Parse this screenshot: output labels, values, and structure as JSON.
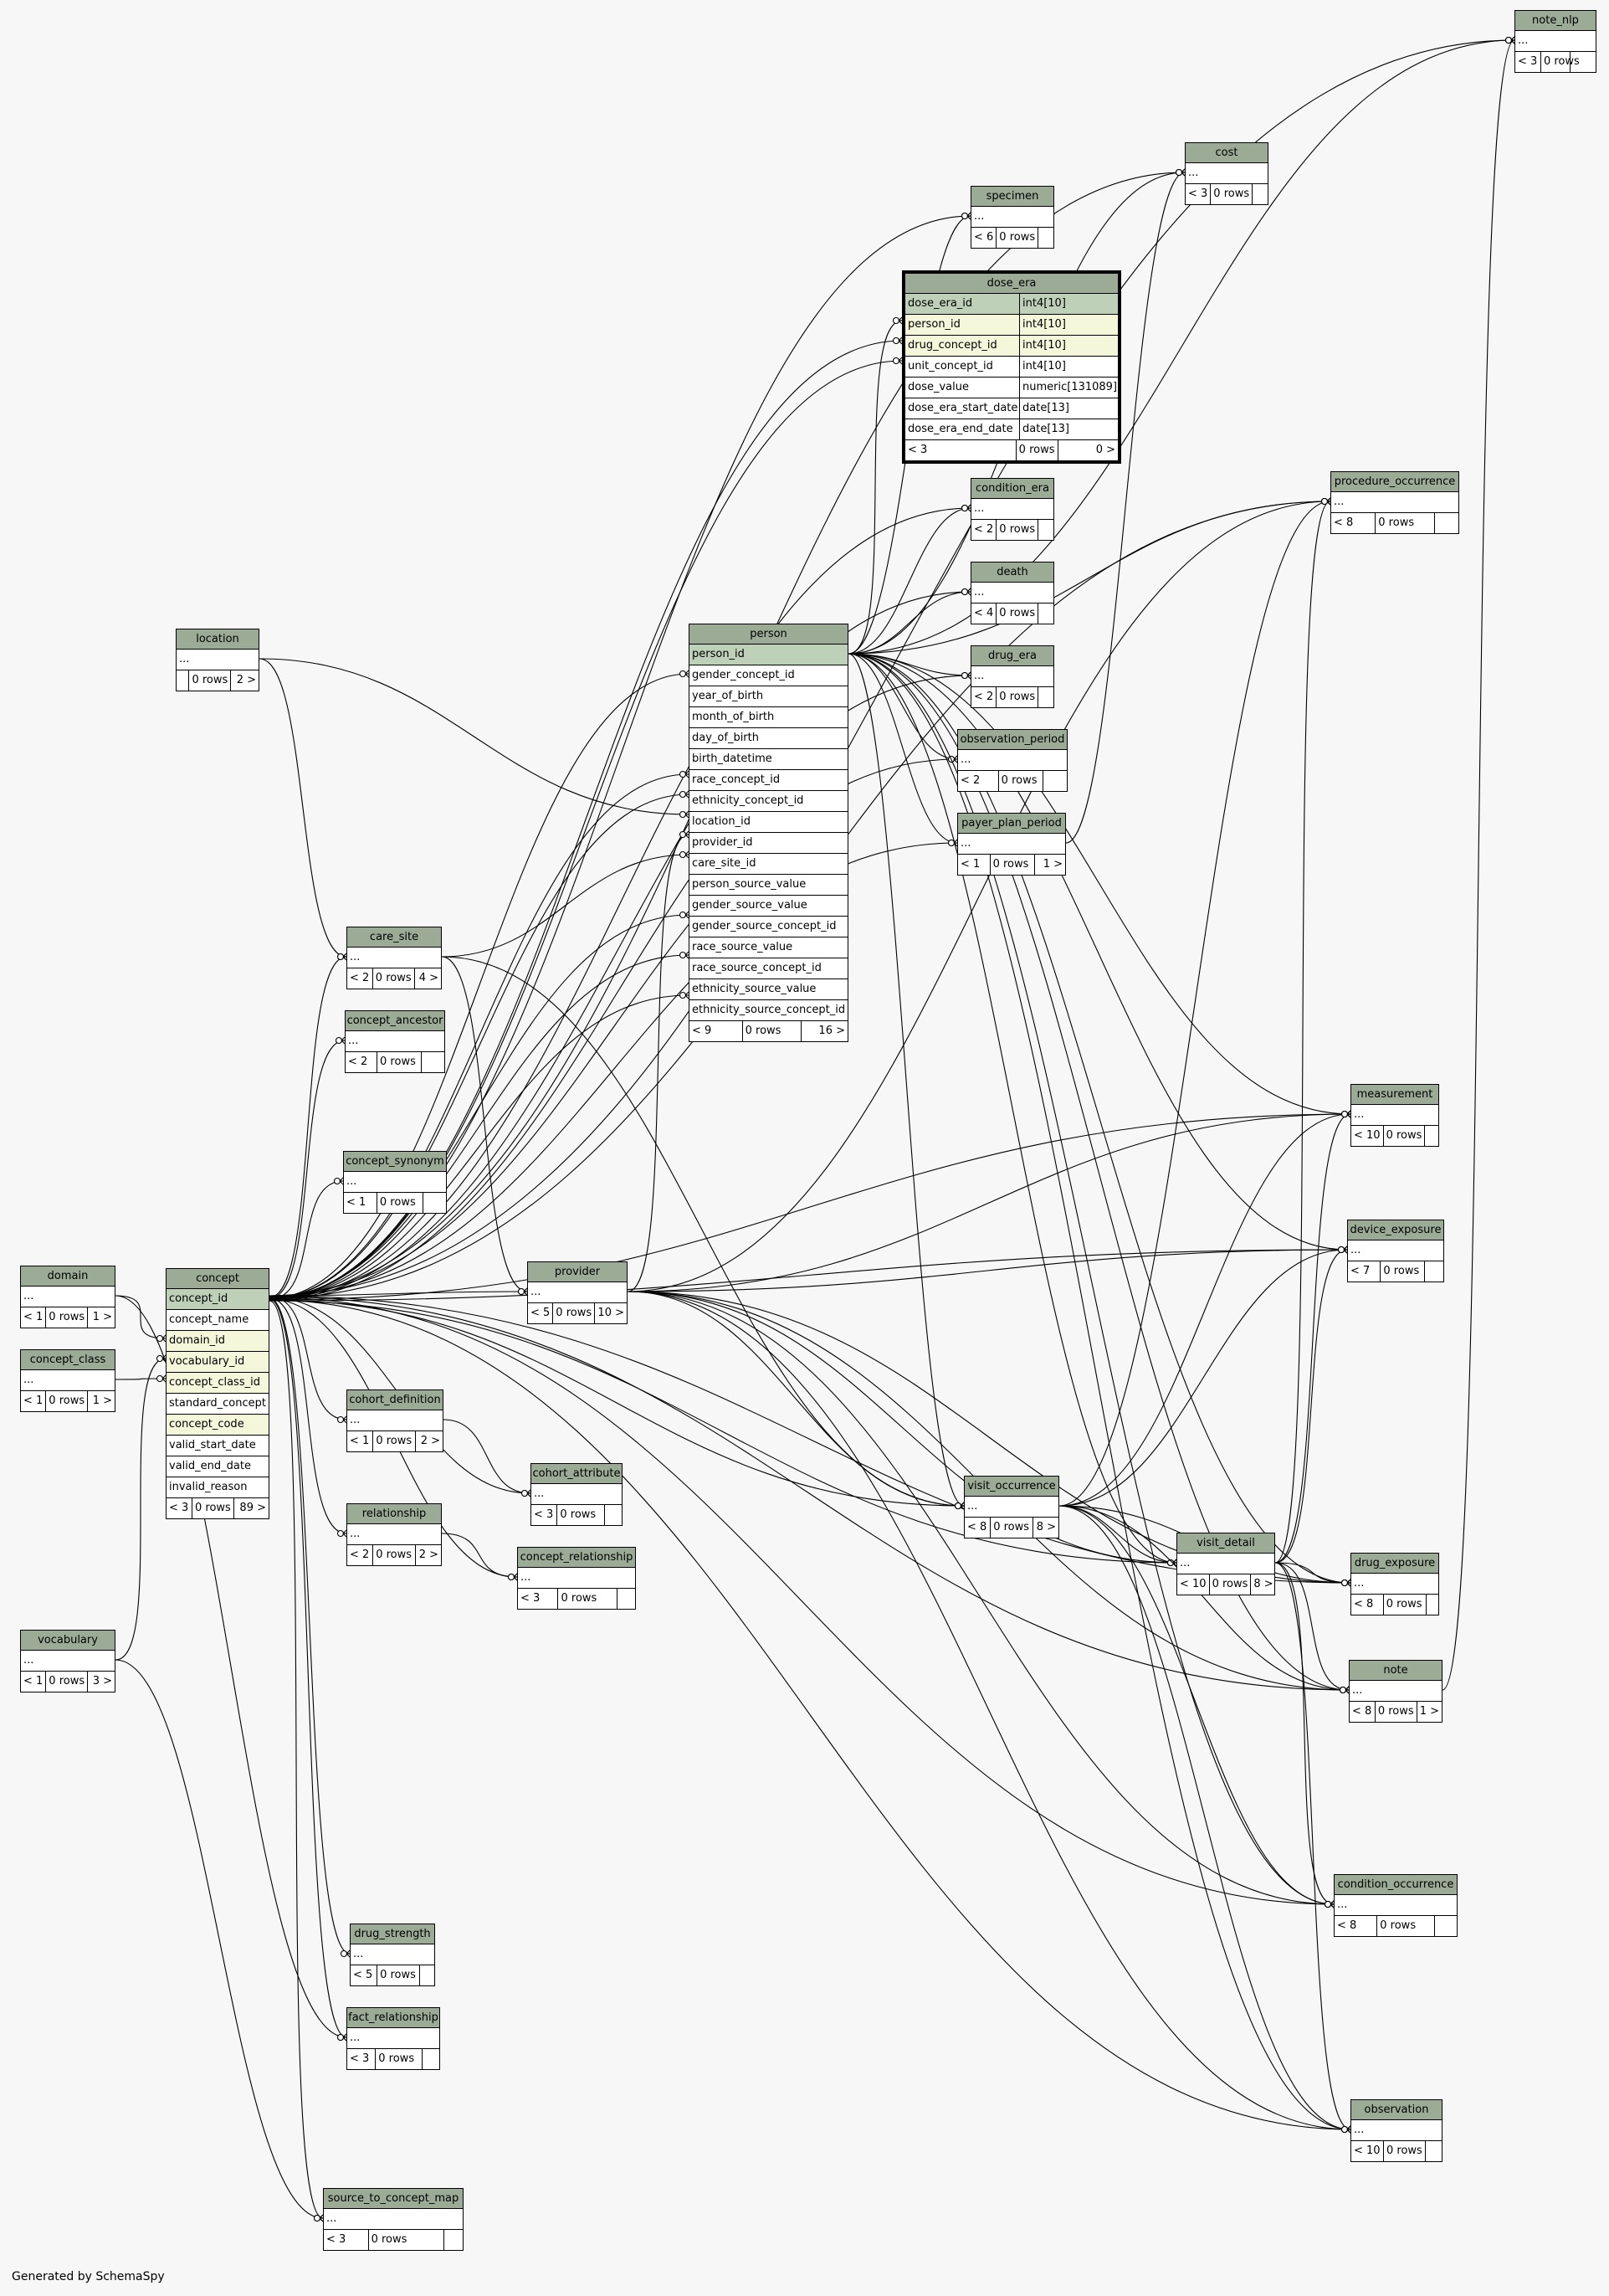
{
  "footer": "Generated by SchemaSpy",
  "colors": {
    "header": "#9bab96",
    "pk_row": "#bed1b8",
    "fk_row": "#f4f7da",
    "background": "#f7f7f7"
  },
  "tables": {
    "note_nlp": {
      "name": "note_nlp",
      "rows": [
        "..."
      ],
      "foot": [
        "< 3",
        "0 rows",
        ""
      ]
    },
    "cost": {
      "name": "cost",
      "rows": [
        "..."
      ],
      "foot": [
        "< 3",
        "0 rows",
        ""
      ]
    },
    "specimen": {
      "name": "specimen",
      "rows": [
        "..."
      ],
      "foot": [
        "< 6",
        "0 rows",
        ""
      ]
    },
    "procedure_occurrence": {
      "name": "procedure_occurrence",
      "rows": [
        "..."
      ],
      "foot": [
        "< 8",
        "0 rows",
        ""
      ]
    },
    "condition_era": {
      "name": "condition_era",
      "rows": [
        "..."
      ],
      "foot": [
        "< 2",
        "0 rows",
        ""
      ]
    },
    "death": {
      "name": "death",
      "rows": [
        "..."
      ],
      "foot": [
        "< 4",
        "0 rows",
        ""
      ]
    },
    "drug_era": {
      "name": "drug_era",
      "rows": [
        "..."
      ],
      "foot": [
        "< 2",
        "0 rows",
        ""
      ]
    },
    "observation_period": {
      "name": "observation_period",
      "rows": [
        "..."
      ],
      "foot": [
        "< 2",
        "0 rows",
        ""
      ]
    },
    "payer_plan_period": {
      "name": "payer_plan_period",
      "rows": [
        "..."
      ],
      "foot": [
        "< 1",
        "0 rows",
        "1 >"
      ]
    },
    "location": {
      "name": "location",
      "rows": [
        "..."
      ],
      "foot": [
        "",
        "0 rows",
        "2 >"
      ]
    },
    "care_site": {
      "name": "care_site",
      "rows": [
        "..."
      ],
      "foot": [
        "< 2",
        "0 rows",
        "4 >"
      ]
    },
    "concept_ancestor": {
      "name": "concept_ancestor",
      "rows": [
        "..."
      ],
      "foot": [
        "< 2",
        "0 rows",
        ""
      ]
    },
    "concept_synonym": {
      "name": "concept_synonym",
      "rows": [
        "..."
      ],
      "foot": [
        "< 1",
        "0 rows",
        ""
      ]
    },
    "measurement": {
      "name": "measurement",
      "rows": [
        "..."
      ],
      "foot": [
        "< 10",
        "0 rows",
        ""
      ]
    },
    "device_exposure": {
      "name": "device_exposure",
      "rows": [
        "..."
      ],
      "foot": [
        "< 7",
        "0 rows",
        ""
      ]
    },
    "domain": {
      "name": "domain",
      "rows": [
        "..."
      ],
      "foot": [
        "< 1",
        "0 rows",
        "1 >"
      ]
    },
    "concept_class": {
      "name": "concept_class",
      "rows": [
        "..."
      ],
      "foot": [
        "< 1",
        "0 rows",
        "1 >"
      ]
    },
    "provider": {
      "name": "provider",
      "rows": [
        "..."
      ],
      "foot": [
        "< 5",
        "0 rows",
        "10 >"
      ]
    },
    "cohort_definition": {
      "name": "cohort_definition",
      "rows": [
        "..."
      ],
      "foot": [
        "< 1",
        "0 rows",
        "2 >"
      ]
    },
    "cohort_attribute": {
      "name": "cohort_attribute",
      "rows": [
        "..."
      ],
      "foot": [
        "< 3",
        "0 rows",
        ""
      ]
    },
    "relationship": {
      "name": "relationship",
      "rows": [
        "..."
      ],
      "foot": [
        "< 2",
        "0 rows",
        "2 >"
      ]
    },
    "concept_relationship": {
      "name": "concept_relationship",
      "rows": [
        "..."
      ],
      "foot": [
        "< 3",
        "0 rows",
        ""
      ]
    },
    "visit_occurrence": {
      "name": "visit_occurrence",
      "rows": [
        "..."
      ],
      "foot": [
        "< 8",
        "0 rows",
        "8 >"
      ]
    },
    "visit_detail": {
      "name": "visit_detail",
      "rows": [
        "..."
      ],
      "foot": [
        "< 10",
        "0 rows",
        "8 >"
      ]
    },
    "drug_exposure": {
      "name": "drug_exposure",
      "rows": [
        "..."
      ],
      "foot": [
        "< 8",
        "0 rows",
        ""
      ]
    },
    "vocabulary": {
      "name": "vocabulary",
      "rows": [
        "..."
      ],
      "foot": [
        "< 1",
        "0 rows",
        "3 >"
      ]
    },
    "note": {
      "name": "note",
      "rows": [
        "..."
      ],
      "foot": [
        "< 8",
        "0 rows",
        "1 >"
      ]
    },
    "condition_occurrence": {
      "name": "condition_occurrence",
      "rows": [
        "..."
      ],
      "foot": [
        "< 8",
        "0 rows",
        ""
      ]
    },
    "drug_strength": {
      "name": "drug_strength",
      "rows": [
        "..."
      ],
      "foot": [
        "< 5",
        "0 rows",
        ""
      ]
    },
    "fact_relationship": {
      "name": "fact_relationship",
      "rows": [
        "..."
      ],
      "foot": [
        "< 3",
        "0 rows",
        ""
      ]
    },
    "observation": {
      "name": "observation",
      "rows": [
        "..."
      ],
      "foot": [
        "< 10",
        "0 rows",
        ""
      ]
    },
    "source_to_concept_map": {
      "name": "source_to_concept_map",
      "rows": [
        "..."
      ],
      "foot": [
        "< 3",
        "0 rows",
        ""
      ]
    },
    "concept": {
      "name": "concept",
      "rows": [
        "concept_id",
        "concept_name",
        "domain_id",
        "vocabulary_id",
        "concept_class_id",
        "standard_concept",
        "concept_code",
        "valid_start_date",
        "valid_end_date",
        "invalid_reason"
      ],
      "foot": [
        "< 3",
        "0 rows",
        "89 >"
      ]
    },
    "person": {
      "name": "person",
      "rows": [
        "person_id",
        "gender_concept_id",
        "year_of_birth",
        "month_of_birth",
        "day_of_birth",
        "birth_datetime",
        "race_concept_id",
        "ethnicity_concept_id",
        "location_id",
        "provider_id",
        "care_site_id",
        "person_source_value",
        "gender_source_value",
        "gender_source_concept_id",
        "race_source_value",
        "race_source_concept_id",
        "ethnicity_source_value",
        "ethnicity_source_concept_id"
      ],
      "foot": [
        "< 9",
        "0 rows",
        "16 >"
      ]
    },
    "dose_era": {
      "name": "dose_era",
      "rows": [
        "dose_era_id",
        "person_id",
        "drug_concept_id",
        "unit_concept_id",
        "dose_value",
        "dose_era_start_date",
        "dose_era_end_date"
      ],
      "types": [
        "int4[10]",
        "int4[10]",
        "int4[10]",
        "int4[10]",
        "numeric[131089]",
        "date[13]",
        "date[13]"
      ],
      "foot": [
        "< 3",
        "0 rows",
        "0 >"
      ]
    }
  }
}
